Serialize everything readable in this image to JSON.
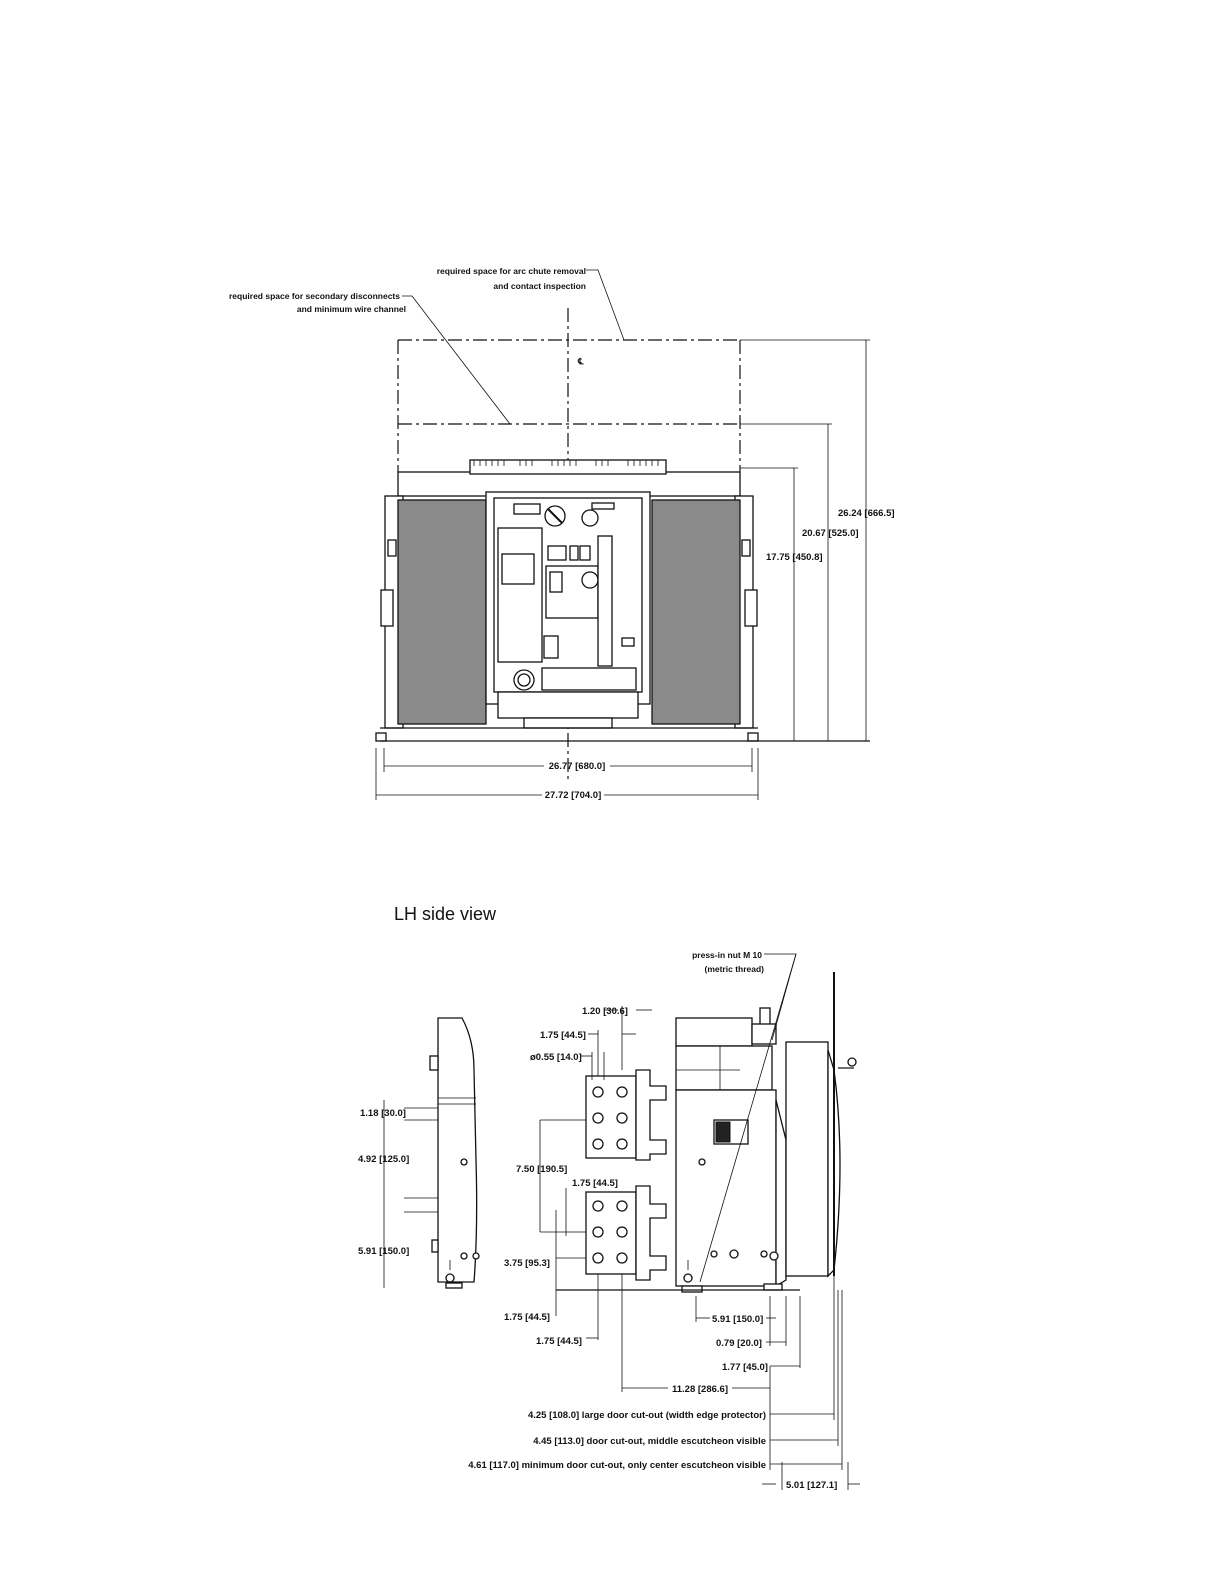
{
  "front_view": {
    "centerline_symbol": "℄",
    "notes": {
      "arc_chute_line1": "required space for arc chute removal",
      "arc_chute_line2": "and contact inspection",
      "secondary_line1": "required space for secondary disconnects",
      "secondary_line2": "and minimum wire channel"
    },
    "dimensions": {
      "height_total": "26.24 [666.5]",
      "height_mid": "20.67 [525.0]",
      "height_body": "17.75 [450.8]",
      "width_inner": "26.77 [680.0]",
      "width_outer": "27.72 [704.0]"
    }
  },
  "side_view": {
    "title": "LH side view",
    "notes": {
      "press_nut_line1": "press-in nut M 10",
      "press_nut_line2": "(metric thread)"
    },
    "dimensions": {
      "d_1_18": "1.18 [30.0]",
      "d_4_92": "4.92 [125.0]",
      "d_5_91_left": "5.91 [150.0]",
      "d_1_20": "1.20 [30.6]",
      "d_1_75_a": "1.75 [44.5]",
      "d_dia": "ø0.55 [14.0]",
      "d_7_50": "7.50 [190.5]",
      "d_1_75_b": "1.75 [44.5]",
      "d_3_75": "3.75 [95.3]",
      "d_1_75_c": "1.75 [44.5]",
      "d_1_75_d": "1.75 [44.5]",
      "d_5_91_right": "5.91 [150.0]",
      "d_0_79": "0.79 [20.0]",
      "d_1_77": "1.77 [45.0]",
      "d_11_28": "11.28 [286.6]",
      "d_4_25": "4.25 [108.0] large door cut-out (width edge protector)",
      "d_4_45": "4.45 [113.0] door cut-out, middle escutcheon visible",
      "d_4_61": "4.61 [117.0] minimum door cut-out, only center escutcheon visible",
      "d_5_01": "5.01 [127.1]"
    }
  }
}
